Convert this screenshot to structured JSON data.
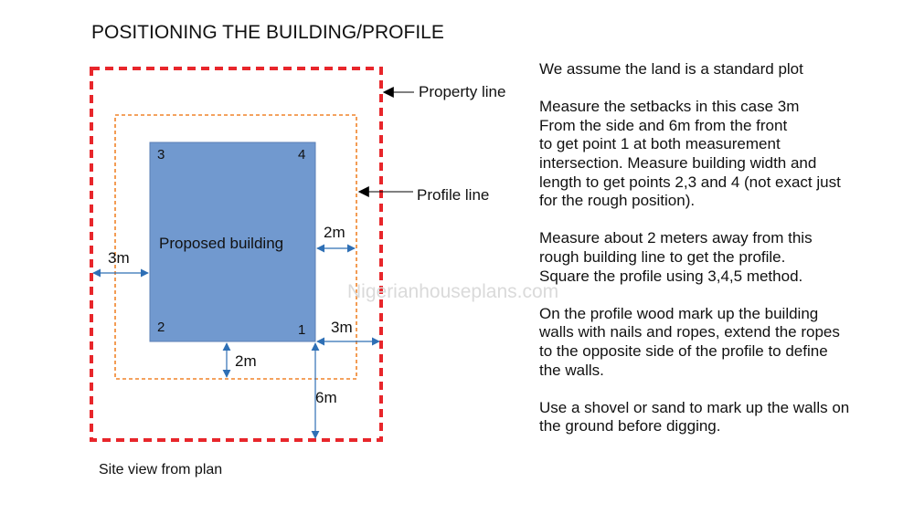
{
  "title": "POSITIONING THE BUILDING/PROFILE",
  "diagram": {
    "property_line_label": "Property line",
    "profile_line_label": "Profile line",
    "building_label": "Proposed building",
    "corner_labels": [
      "1",
      "2",
      "3",
      "4"
    ],
    "dimensions": {
      "left_setback": "3m",
      "right_setback": "3m",
      "front_setback": "6m",
      "profile_offset_side": "2m",
      "profile_offset_front": "2m"
    },
    "caption": "Site view from plan",
    "watermark": "Nigerianhouseplans.com"
  },
  "notes": [
    "We assume the land is a standard plot",
    "Measure the setbacks in this case 3m\nFrom the side and 6m from the front\nto get point 1 at both measurement\nintersection. Measure building width and\nlength to get points 2,3 and 4 (not exact just\nfor the rough position).",
    "Measure about 2 meters away from this\nrough building line to get the profile.\nSquare the profile using 3,4,5 method.",
    "On the profile wood mark up the building\nwalls with nails and ropes, extend the ropes\nto the opposite side of the profile to define\nthe walls.",
    "Use a shovel or sand to mark up the walls on\nthe ground before digging."
  ],
  "colors": {
    "property_line": "#e8262b",
    "profile_line": "#f0832a",
    "building_fill": "#7199cf",
    "building_stroke": "#5b7fb5",
    "dimension_arrow": "#2e6fb5",
    "pointer_arrow": "#000000"
  }
}
